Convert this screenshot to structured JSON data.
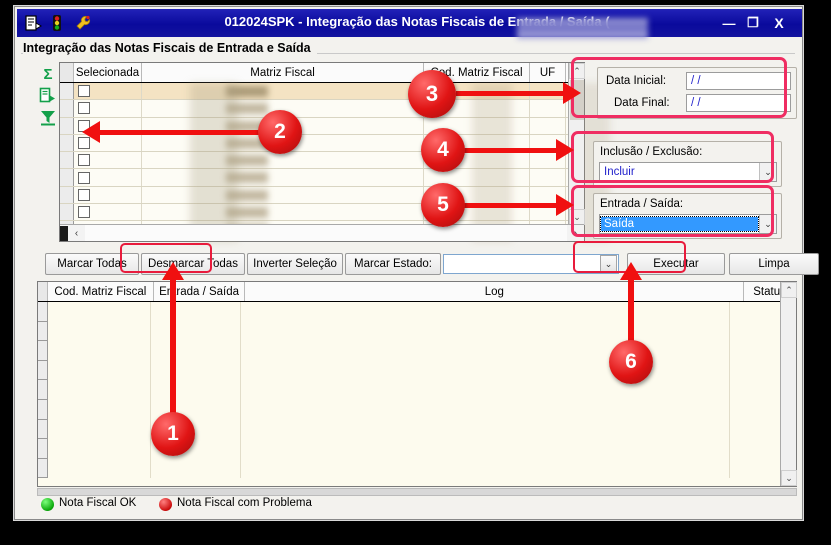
{
  "window": {
    "title": "012024SPK - Integração das Notas Fiscais de Entrada / Saída (",
    "icons": [
      "report-icon",
      "traffic-light-icon",
      "wrench-icon"
    ],
    "controls": {
      "minimize": "—",
      "maximize": "❐",
      "close": "X"
    }
  },
  "group": {
    "caption": "Integração das Notas Fiscais de Entrada e Saída"
  },
  "sidebar": {
    "items": [
      {
        "name": "sum-icon",
        "glyph": "Σ"
      },
      {
        "name": "export-icon",
        "glyph": "▤"
      },
      {
        "name": "filter-icon",
        "glyph": "▼"
      }
    ]
  },
  "grid_top": {
    "columns": [
      "Selecionada",
      "Matriz Fiscal",
      "Cod. Matriz Fiscal",
      "UF"
    ],
    "row_count": 9,
    "selected_row_index": 0,
    "scroll": {
      "up": "⌃",
      "down": "⌄",
      "left": "‹",
      "right": "›"
    }
  },
  "filters": {
    "data_inicial_label": "Data Inicial:",
    "data_inicial_value": "/  /",
    "data_final_label": "Data Final:",
    "data_final_value": "/  /",
    "inclusao_label": "Inclusão / Exclusão:",
    "inclusao_value": "Incluir",
    "entrada_saida_label": "Entrada / Saída:",
    "entrada_saida_value": "Saída",
    "dropdown_glyph": "⌄"
  },
  "toolbar": {
    "marcar_todas": "Marcar Todas",
    "desmarcar_todas": "Desmarcar Todas",
    "inverter_selecao": "Inverter Seleção",
    "marcar_estado": "Marcar Estado:",
    "estado_value": "",
    "executar": "Executar",
    "limpa": "Limpa"
  },
  "grid_bottom": {
    "columns": [
      "Cod. Matriz Fiscal",
      "Entrada / Saída",
      "Log",
      "Status"
    ],
    "row_count": 9,
    "rows": [],
    "scroll": {
      "up": "⌃",
      "down": "⌄"
    }
  },
  "legend": {
    "ok_label": "Nota Fiscal OK",
    "problem_label": "Nota Fiscal com Problema",
    "ok_color": "#0aa80a",
    "problem_color": "#cc0d0d"
  },
  "annotations": {
    "accent_color": "#ef2d62",
    "arrow_color": "#f01010",
    "badges": [
      {
        "id": 1,
        "label": "1",
        "target": "desmarcar-todas-button"
      },
      {
        "id": 2,
        "label": "2",
        "target": "grid-top-checkbox-column"
      },
      {
        "id": 3,
        "label": "3",
        "target": "data-panel"
      },
      {
        "id": 4,
        "label": "4",
        "target": "inclusao-exclusao-panel"
      },
      {
        "id": 5,
        "label": "5",
        "target": "entrada-saida-panel"
      },
      {
        "id": 6,
        "label": "6",
        "target": "executar-button"
      }
    ]
  }
}
